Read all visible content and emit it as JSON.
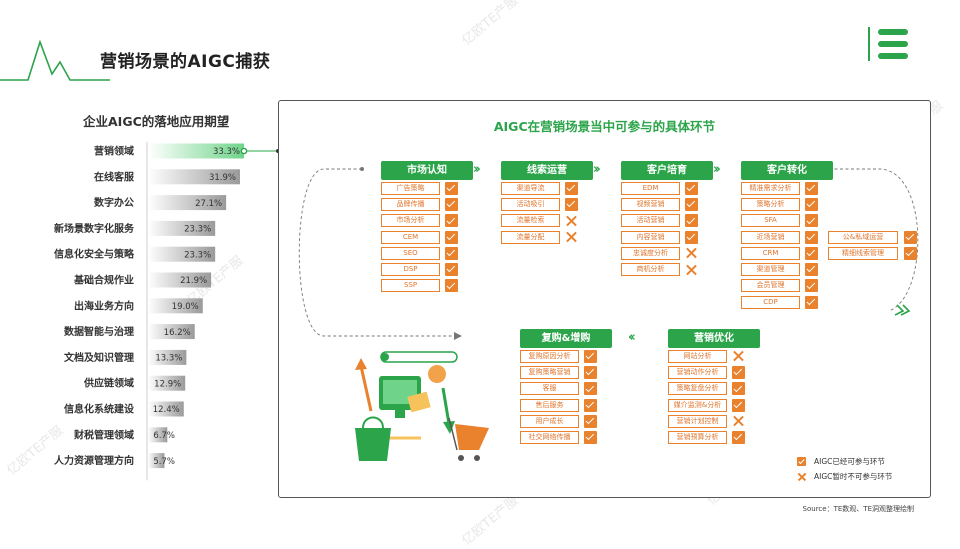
{
  "title": "营销场景的AIGC捕获",
  "watermark": "亿欧TE产服",
  "colors": {
    "green": "#2ba44a",
    "orange": "#e9812d",
    "light_green": "#6fd48a",
    "gray": "#9a9a9a"
  },
  "chart_data": {
    "type": "bar",
    "orientation": "horizontal",
    "title": "企业AIGC的落地应用期望",
    "categories": [
      "营销领域",
      "在线客服",
      "数字办公",
      "新场景数字化服务",
      "信息化安全与策略",
      "基础合规作业",
      "出海业务方向",
      "数据智能与治理",
      "文档及知识管理",
      "供应链领域",
      "信息化系统建设",
      "财税管理领域",
      "人力资源管理方向"
    ],
    "values": [
      33.3,
      31.9,
      27.1,
      23.3,
      23.3,
      21.9,
      19.0,
      16.2,
      13.3,
      12.9,
      12.4,
      6.7,
      5.7
    ],
    "value_labels": [
      "33.3%",
      "31.9%",
      "27.1%",
      "23.3%",
      "23.3%",
      "21.9%",
      "19.0%",
      "16.2%",
      "13.3%",
      "12.9%",
      "12.4%",
      "6.7%",
      "5.7%"
    ],
    "highlight_index": 0,
    "xlim": [
      0,
      33.3
    ]
  },
  "panel": {
    "title": "AIGC在营销场景当中可参与的具体环节",
    "stages": [
      {
        "name": "市场认知",
        "items": [
          {
            "label": "广告策略",
            "status": "yes"
          },
          {
            "label": "品牌传播",
            "status": "yes"
          },
          {
            "label": "市场分析",
            "status": "yes"
          },
          {
            "label": "CEM",
            "status": "yes"
          },
          {
            "label": "SEO",
            "status": "yes"
          },
          {
            "label": "DSP",
            "status": "yes"
          },
          {
            "label": "SSP",
            "status": "yes"
          }
        ]
      },
      {
        "name": "线索运营",
        "items": [
          {
            "label": "渠道导流",
            "status": "yes"
          },
          {
            "label": "活动吸引",
            "status": "yes"
          },
          {
            "label": "流量检索",
            "status": "no"
          },
          {
            "label": "流量分配",
            "status": "no"
          }
        ]
      },
      {
        "name": "客户培育",
        "items": [
          {
            "label": "EDM",
            "status": "yes"
          },
          {
            "label": "视频营销",
            "status": "yes"
          },
          {
            "label": "活动营销",
            "status": "yes"
          },
          {
            "label": "内容营销",
            "status": "yes"
          },
          {
            "label": "忠诚度分析",
            "status": "no"
          },
          {
            "label": "商机分析",
            "status": "no"
          }
        ]
      },
      {
        "name": "客户转化",
        "items": [
          {
            "label": "精准需求分析",
            "status": "yes"
          },
          {
            "label": "策略分析",
            "status": "yes"
          },
          {
            "label": "SFA",
            "status": "yes"
          },
          {
            "label": "近场营销",
            "status": "yes"
          },
          {
            "label": "CRM",
            "status": "yes"
          },
          {
            "label": "渠道管理",
            "status": "yes"
          },
          {
            "label": "会员管理",
            "status": "yes"
          },
          {
            "label": "CDP",
            "status": "yes"
          }
        ],
        "extra": [
          {
            "label": "公&私域运营",
            "status": "yes"
          },
          {
            "label": "精细线索管理",
            "status": "yes"
          }
        ]
      },
      {
        "name": "营销优化",
        "items": [
          {
            "label": "网站分析",
            "status": "no"
          },
          {
            "label": "营销动作分析",
            "status": "yes"
          },
          {
            "label": "策略复盘分析",
            "status": "yes"
          },
          {
            "label": "媒介监测&分析",
            "status": "yes"
          },
          {
            "label": "营销计划控制",
            "status": "no"
          },
          {
            "label": "营销预算分析",
            "status": "yes"
          }
        ]
      },
      {
        "name": "复购&增购",
        "items": [
          {
            "label": "复购原因分析",
            "status": "yes"
          },
          {
            "label": "复购策略营销",
            "status": "yes"
          },
          {
            "label": "客服",
            "status": "yes"
          },
          {
            "label": "售后服务",
            "status": "yes"
          },
          {
            "label": "用户成长",
            "status": "yes"
          },
          {
            "label": "社交网络传播",
            "status": "yes"
          }
        ]
      }
    ],
    "legend": [
      {
        "status": "yes",
        "label": "AIGC已经可参与环节"
      },
      {
        "status": "no",
        "label": "AIGC暂时不可参与环节"
      }
    ]
  },
  "source": "Source：TE数观、TE洞观整理绘制"
}
